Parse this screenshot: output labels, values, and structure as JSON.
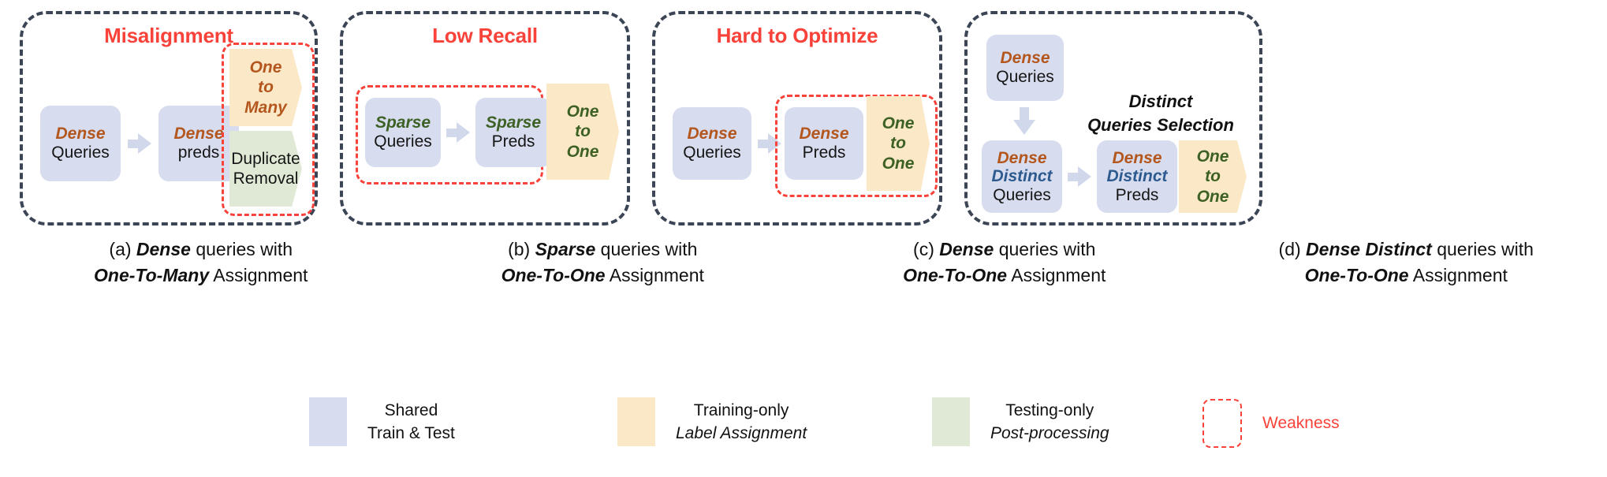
{
  "colors": {
    "shared_box": "#d7dcee",
    "training_only": "#fbe8c7",
    "testing_only": "#e0e9d6",
    "weakness_red": "#f8423a",
    "panel_border": "#3b4556",
    "dense_orange": "#b3571e",
    "sparse_green": "#3d6125",
    "distinct_blue": "#2d5b8f"
  },
  "panels": [
    {
      "id": "a",
      "title": "Misalignment",
      "nodes": {
        "queries": {
          "line1": "Dense",
          "line2": "Queries"
        },
        "preds": {
          "line1": "Dense",
          "line2": "preds"
        },
        "assign": {
          "line1": "One",
          "line2": "to",
          "line3": "Many"
        },
        "post": {
          "line1": "Duplicate",
          "line2": "Removal"
        }
      }
    },
    {
      "id": "b",
      "title": "Low Recall",
      "nodes": {
        "queries": {
          "line1": "Sparse",
          "line2": "Queries"
        },
        "preds": {
          "line1": "Sparse",
          "line2": "Preds"
        },
        "assign": {
          "line1": "One",
          "line2": "to",
          "line3": "One"
        }
      }
    },
    {
      "id": "c",
      "title": "Hard to Optimize",
      "nodes": {
        "queries": {
          "line1": "Dense",
          "line2": "Queries"
        },
        "preds": {
          "line1": "Dense",
          "line2": "Preds"
        },
        "assign": {
          "line1": "One",
          "line2": "to",
          "line3": "One"
        }
      }
    },
    {
      "id": "d",
      "title": "",
      "nodes": {
        "queries": {
          "line1": "Dense",
          "line2": "Queries"
        },
        "selection": {
          "line1": "Distinct",
          "line2": "Queries Selection"
        },
        "distinct_q": {
          "line1": "Dense",
          "line2": "Distinct",
          "line3": "Queries"
        },
        "distinct_preds": {
          "line1": "Dense",
          "line2": "Distinct",
          "line3": "Preds"
        },
        "assign": {
          "line1": "One",
          "line2": "to",
          "line3": "One"
        }
      }
    }
  ],
  "captions": [
    {
      "prefix": "(a) ",
      "strong1": "Dense",
      "mid": " queries with",
      "strong2": "One-To-Many",
      "suffix": " Assignment"
    },
    {
      "prefix": "(b) ",
      "strong1": "Sparse",
      "mid": " queries with",
      "strong2": "One-To-One",
      "suffix": " Assignment"
    },
    {
      "prefix": "(c) ",
      "strong1": "Dense",
      "mid": " queries with",
      "strong2": "One-To-One",
      "suffix": " Assignment"
    },
    {
      "prefix": "(d) ",
      "strong1": "Dense Distinct",
      "mid": " queries with",
      "strong2": "One-To-One",
      "suffix": " Assignment"
    }
  ],
  "legend": [
    {
      "swatch": "shared",
      "line1": "Shared",
      "line2": "Train & Test"
    },
    {
      "swatch": "training-only",
      "line1": "Training-only",
      "line2": "Label Assignment"
    },
    {
      "swatch": "testing-only",
      "line1": "Testing-only",
      "line2": "Post-processing"
    },
    {
      "swatch": "weakness",
      "line1": "Weakness",
      "line2": ""
    }
  ]
}
